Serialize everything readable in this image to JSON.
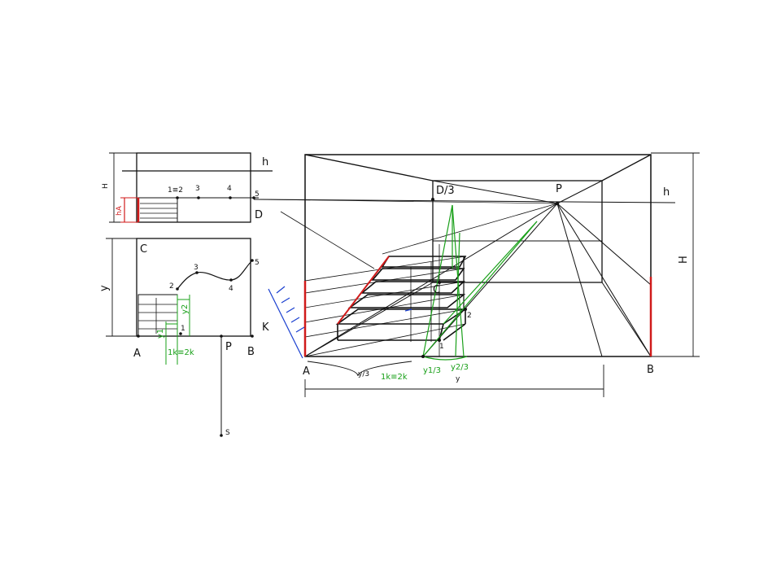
{
  "colors": {
    "ink": "#111111",
    "red": "#d01a1a",
    "green": "#1aa01a",
    "blue": "#1a3fd0"
  },
  "elevation": {
    "label_h": "h",
    "label_H": "H",
    "label_hA": "hA",
    "label_12": "1≡2",
    "label_3": "3",
    "label_4": "4",
    "label_5": "5",
    "label_D": "D"
  },
  "plan": {
    "label_C": "C",
    "label_1": "1",
    "label_2": "2",
    "label_3": "3",
    "label_4": "4",
    "label_5": "5",
    "label_y": "y",
    "label_y1": "y1",
    "label_y2": "y2",
    "label_A": "A",
    "label_P": "P",
    "label_B": "B",
    "label_K": "K",
    "label_S": "S",
    "label_1k2k": "1k≡2k"
  },
  "perspective": {
    "label_D3": "D/3",
    "label_P": "P",
    "label_h": "h",
    "label_H": "H",
    "label_C": "C",
    "label_1": "1",
    "label_2": "2",
    "label_A": "A",
    "label_B": "B",
    "label_y3": "y/3",
    "label_1k2k": "1k≡2k",
    "label_y13": "y1/3",
    "label_y23": "y2/3",
    "label_y": "y"
  }
}
